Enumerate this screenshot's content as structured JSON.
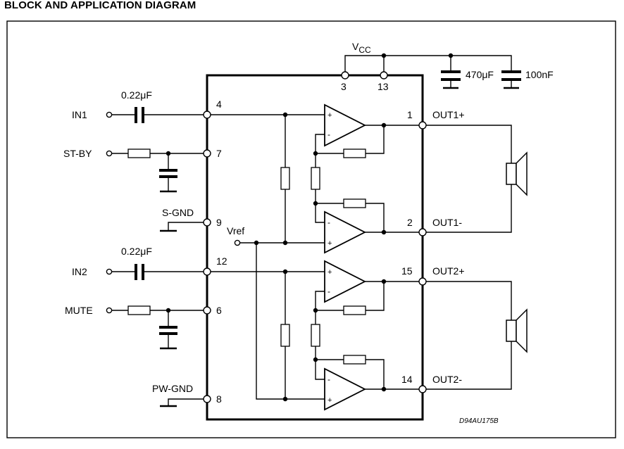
{
  "title": "BLOCK AND APPLICATION DIAGRAM",
  "supply": {
    "name": "V",
    "sub": "CC"
  },
  "input_cap": "0.22μF",
  "supply_caps": {
    "c1": "470μF",
    "c2": "100nF"
  },
  "left_pins": [
    {
      "name": "IN1",
      "pin": "4"
    },
    {
      "name": "ST-BY",
      "pin": "7"
    },
    {
      "name": "S-GND",
      "pin": "9"
    },
    {
      "name": "IN2",
      "pin": "12"
    },
    {
      "name": "MUTE",
      "pin": "6"
    },
    {
      "name": "PW-GND",
      "pin": "8"
    }
  ],
  "top_pins": [
    "3",
    "13"
  ],
  "right_pins": [
    {
      "name": "OUT1+",
      "pin": "1"
    },
    {
      "name": "OUT1-",
      "pin": "2"
    },
    {
      "name": "OUT2+",
      "pin": "15"
    },
    {
      "name": "OUT2-",
      "pin": "14"
    }
  ],
  "vref": "Vref",
  "plus": "+",
  "minus": "-",
  "drawing_code": "D94AU175B"
}
